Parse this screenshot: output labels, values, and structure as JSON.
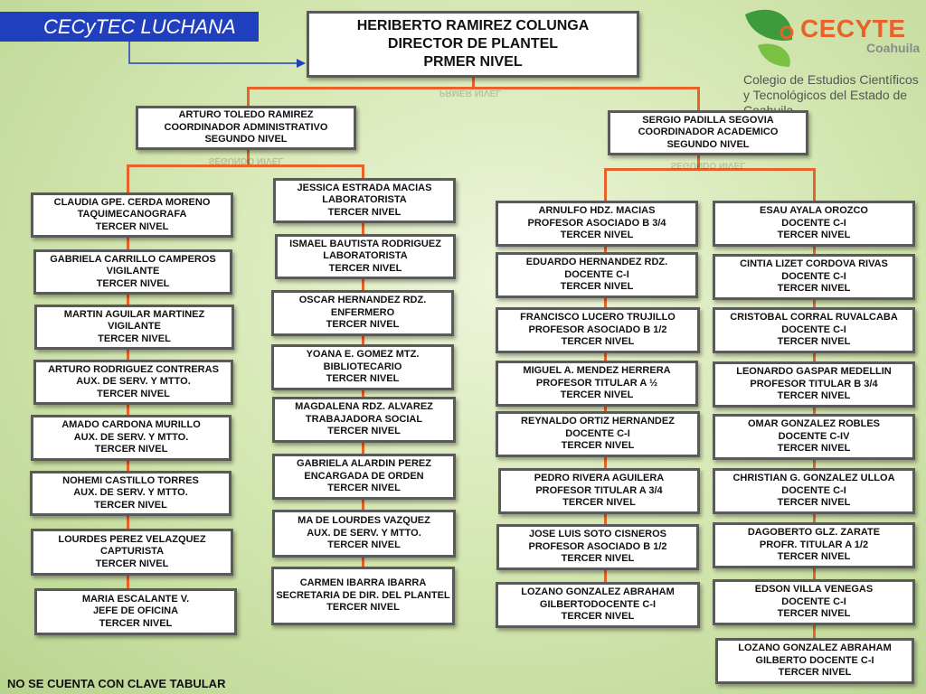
{
  "header": {
    "campus_title": "CECyTEC LUCHANA",
    "logo_name": "CECYTE",
    "logo_state": "Coahuila",
    "logo_desc": "Colegio de Estudios Científicos y Tecnológicos del Estado de Coahuila"
  },
  "director": [
    "HERIBERTO RAMIREZ COLUNGA",
    "DIRECTOR DE PLANTEL",
    "PRMER NIVEL"
  ],
  "coordinators": {
    "admin": [
      "ARTURO TOLEDO RAMIREZ",
      "COORDINADOR ADMINISTRATIVO",
      "SEGUNDO NIVEL"
    ],
    "academic": [
      "SERGIO PADILLA SEGOVIA",
      "COORDINADOR ACADEMICO",
      "SEGUNDO NIVEL"
    ]
  },
  "admin_col1": [
    [
      "CLAUDIA GPE. CERDA MORENO",
      "TAQUIMECANOGRAFA",
      "TERCER NIVEL"
    ],
    [
      "GABRIELA CARRILLO CAMPEROS",
      "VIGILANTE",
      "TERCER NIVEL"
    ],
    [
      "MARTIN AGUILAR MARTINEZ",
      "VIGILANTE",
      "TERCER NIVEL"
    ],
    [
      "ARTURO RODRIGUEZ CONTRERAS",
      "AUX. DE SERV. Y MTTO.",
      "TERCER NIVEL"
    ],
    [
      "AMADO CARDONA MURILLO",
      "AUX. DE SERV. Y MTTO.",
      "TERCER NIVEL"
    ],
    [
      "NOHEMI CASTILLO TORRES",
      "AUX. DE SERV. Y MTTO.",
      "TERCER NIVEL"
    ],
    [
      "LOURDES PEREZ VELAZQUEZ",
      "CAPTURISTA",
      "TERCER NIVEL"
    ],
    [
      "MARIA ESCALANTE V.",
      "JEFE DE OFICINA",
      "TERCER NIVEL"
    ]
  ],
  "admin_col2": [
    [
      "JESSICA ESTRADA MACIAS",
      "LABORATORISTA",
      "TERCER NIVEL"
    ],
    [
      "ISMAEL BAUTISTA RODRIGUEZ",
      "LABORATORISTA",
      "TERCER NIVEL"
    ],
    [
      "OSCAR HERNANDEZ RDZ.",
      "ENFERMERO",
      "TERCER NIVEL"
    ],
    [
      "YOANA E. GOMEZ MTZ.",
      "BIBLIOTECARIO",
      "TERCER NIVEL"
    ],
    [
      "MAGDALENA RDZ. ALVAREZ",
      "TRABAJADORA SOCIAL",
      "TERCER NIVEL"
    ],
    [
      "GABRIELA ALARDIN PEREZ",
      "ENCARGADA DE ORDEN",
      "TERCER NIVEL"
    ],
    [
      "MA DE LOURDES VAZQUEZ",
      "AUX. DE SERV. Y MTTO.",
      "TERCER NIVEL"
    ],
    [
      "CARMEN IBARRA IBARRA",
      "SECRETARIA DE DIR. DEL PLANTEL",
      "TERCER NIVEL"
    ]
  ],
  "acad_col1": [
    [
      "ARNULFO HDZ.  MACIAS",
      "PROFESOR ASOCIADO B 3/4",
      "TERCER NIVEL"
    ],
    [
      "EDUARDO HERNANDEZ RDZ.",
      "DOCENTE C-I",
      "TERCER NIVEL"
    ],
    [
      "FRANCISCO LUCERO TRUJILLO",
      "PROFESOR ASOCIADO B 1/2",
      "TERCER NIVEL"
    ],
    [
      "MIGUEL A. MENDEZ HERRERA",
      "PROFESOR TITULAR A ½",
      "TERCER NIVEL"
    ],
    [
      "REYNALDO ORTIZ HERNANDEZ",
      "DOCENTE C-I",
      "TERCER NIVEL"
    ],
    [
      "PEDRO RIVERA AGUILERA",
      "PROFESOR TITULAR A 3/4",
      "TERCER NIVEL"
    ],
    [
      "JOSE LUIS SOTO CISNEROS",
      "PROFESOR ASOCIADO B 1/2",
      "TERCER NIVEL"
    ],
    [
      "LOZANO GONZALEZ ABRAHAM",
      "GILBERTODOCENTE C-I",
      "TERCER NIVEL"
    ]
  ],
  "acad_col2": [
    [
      "ESAU AYALA OROZCO",
      "DOCENTE C-I",
      "TERCER NIVEL"
    ],
    [
      "CINTIA LIZET CORDOVA RIVAS",
      "DOCENTE C-I",
      "TERCER NIVEL"
    ],
    [
      "CRISTOBAL CORRAL RUVALCABA",
      "DOCENTE C-I",
      "TERCER NIVEL"
    ],
    [
      "LEONARDO GASPAR MEDELLIN",
      "PROFESOR TITULAR B 3/4",
      "TERCER NIVEL"
    ],
    [
      "OMAR GONZALEZ ROBLES",
      "DOCENTE C-IV",
      "TERCER NIVEL"
    ],
    [
      "CHRISTIAN G. GONZALEZ ULLOA",
      "DOCENTE C-I",
      "TERCER NIVEL"
    ],
    [
      "DAGOBERTO GLZ. ZARATE",
      "PROFR.  TITULAR A 1/2",
      "TERCER NIVEL"
    ],
    [
      "EDSON VILLA VENEGAS",
      "DOCENTE C-I",
      "TERCER NIVEL"
    ],
    [
      "LOZANO GONZALEZ ABRAHAM",
      "GILBERTO DOCENTE C-I",
      "TERCER NIVEL"
    ]
  ],
  "footer_note": "NO SE CUENTA CON CLAVE TABULAR",
  "colors": {
    "connector": "#e8632a",
    "title_bg": "#1f3fbf",
    "brand": "#e8632a"
  }
}
